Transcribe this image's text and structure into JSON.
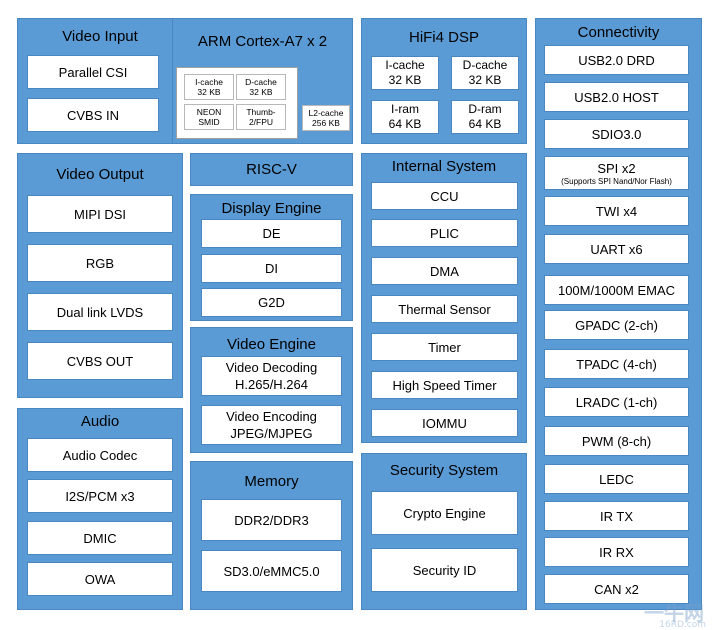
{
  "video_input": {
    "title": "Video Input",
    "items": [
      "Parallel CSI",
      "CVBS IN"
    ]
  },
  "arm": {
    "title": "ARM Cortex-A7 x 2",
    "icache": "I-cache\n32 KB",
    "dcache": "D-cache\n32 KB",
    "neon": "NEON\nSMID",
    "thumb": "Thumb-\n2/FPU",
    "l2": "L2-cache\n256 KB"
  },
  "dsp": {
    "title": "HiFi4 DSP",
    "icache": "I-cache\n32 KB",
    "dcache": "D-cache\n32 KB",
    "iram": "I-ram\n64 KB",
    "dram": "D-ram\n64 KB"
  },
  "connectivity": {
    "title": "Connectivity",
    "items": [
      "USB2.0 DRD",
      "USB2.0 HOST",
      "SDIO3.0",
      "SPI x2",
      "TWI x4",
      "UART x6",
      "100M/1000M EMAC",
      "GPADC (2-ch)",
      "TPADC (4-ch)",
      "LRADC (1-ch)",
      "PWM (8-ch)",
      "LEDC",
      "IR TX",
      "IR RX",
      "CAN x2"
    ],
    "spi_note": "(Supports SPI Nand/Nor Flash)"
  },
  "video_output": {
    "title": "Video Output",
    "items": [
      "MIPI DSI",
      "RGB",
      "Dual link LVDS",
      "CVBS OUT"
    ]
  },
  "riscv": {
    "title": "RISC-V"
  },
  "display_engine": {
    "title": "Display Engine",
    "items": [
      "DE",
      "DI",
      "G2D"
    ]
  },
  "video_engine": {
    "title": "Video Engine",
    "items": [
      "Video Decoding\nH.265/H.264",
      "Video Encoding\nJPEG/MJPEG"
    ]
  },
  "internal_system": {
    "title": "Internal System",
    "items": [
      "CCU",
      "PLIC",
      "DMA",
      "Thermal Sensor",
      "Timer",
      "High Speed Timer",
      "IOMMU"
    ]
  },
  "audio": {
    "title": "Audio",
    "items": [
      "Audio Codec",
      "I2S/PCM x3",
      "DMIC",
      "OWA"
    ]
  },
  "memory": {
    "title": "Memory",
    "items": [
      "DDR2/DDR3",
      "SD3.0/eMMC5.0"
    ]
  },
  "security": {
    "title": "Security System",
    "items": [
      "Crypto Engine",
      "Security ID"
    ]
  },
  "watermark": {
    "text": "一牛网",
    "site": "16RD.com"
  }
}
